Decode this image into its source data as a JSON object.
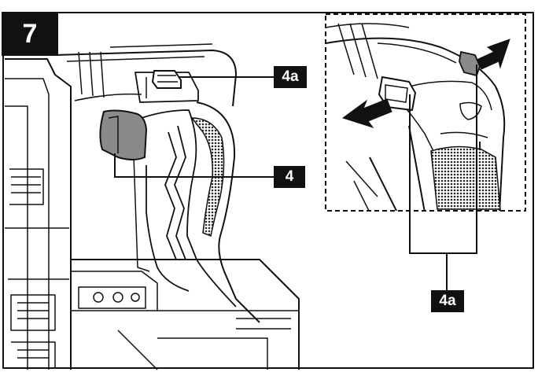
{
  "figure": {
    "step_number": "7",
    "callouts": [
      {
        "id": "trigger-lock",
        "text": "4a"
      },
      {
        "id": "trigger",
        "text": "4"
      },
      {
        "id": "detail-trigger-lock",
        "text": "4a"
      }
    ]
  },
  "colors": {
    "line": "#111111",
    "trigger_fill": "#8a8a8a",
    "grip_texture": "#2a2a2a",
    "background": "#ffffff"
  }
}
